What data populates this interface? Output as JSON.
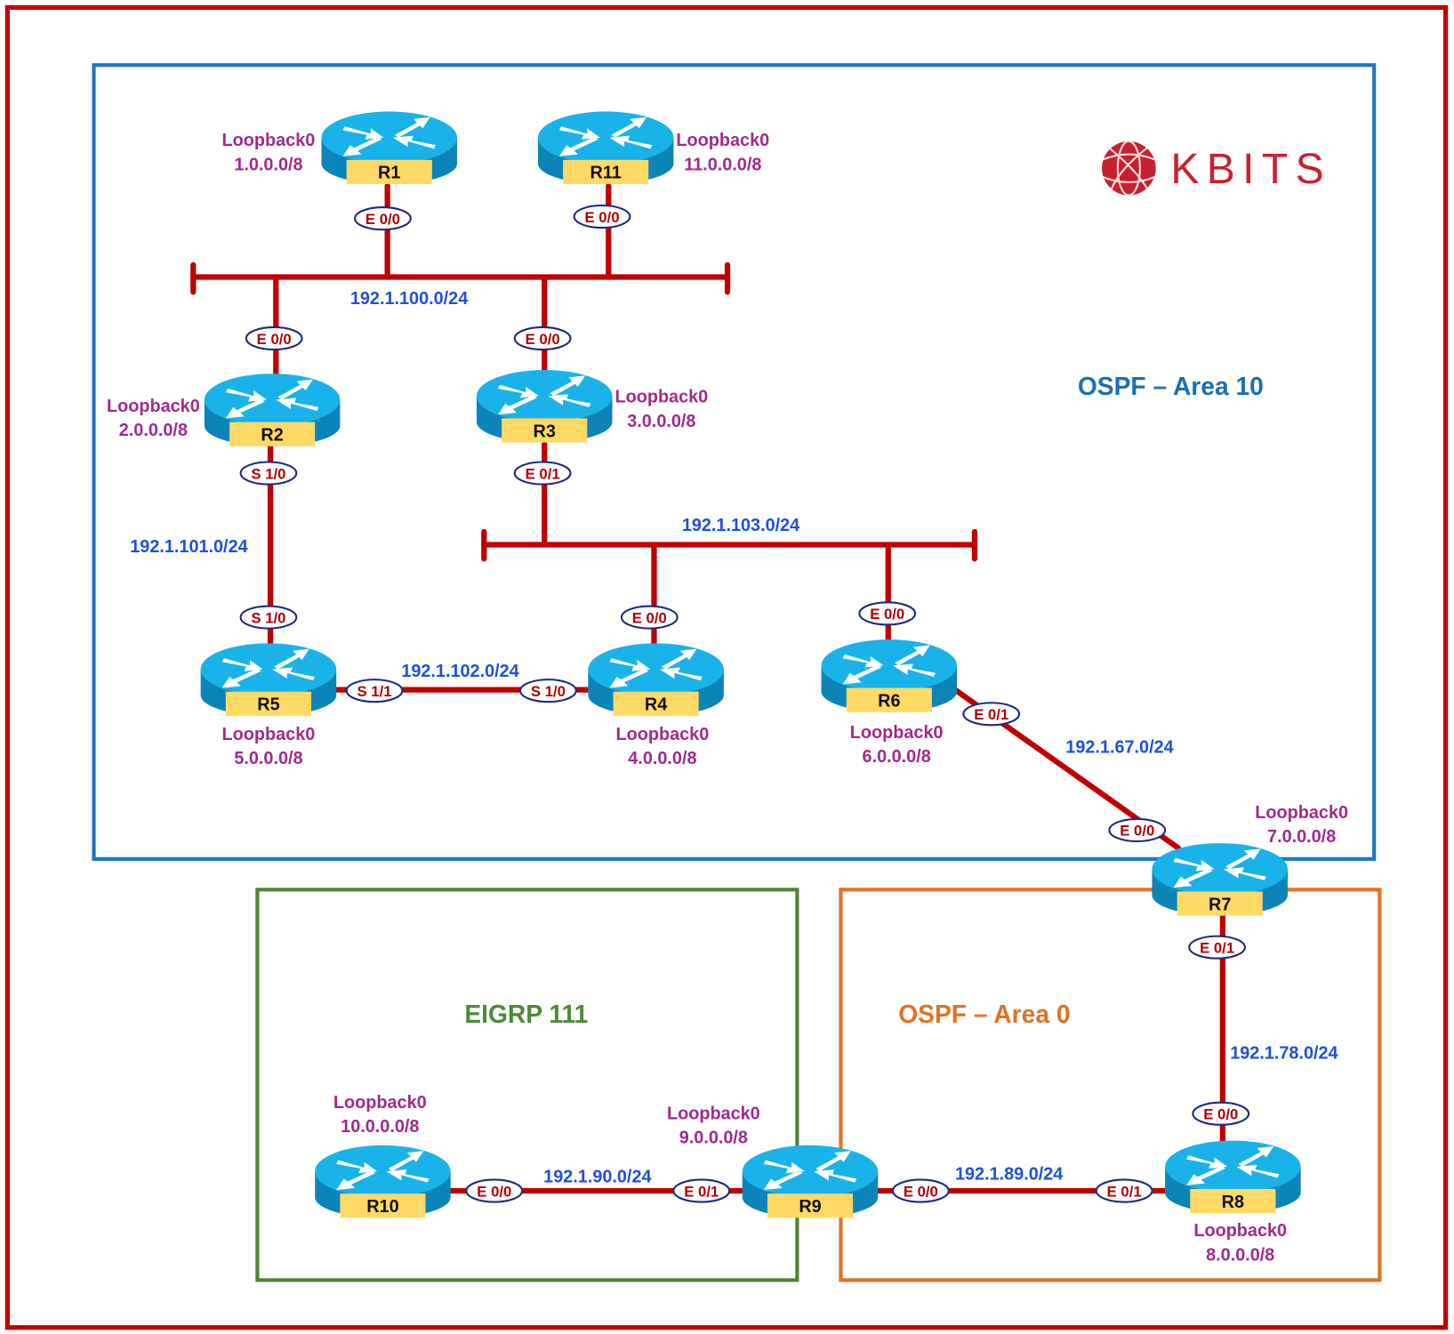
{
  "logo": {
    "text": "KBITS",
    "color": "#c8202f"
  },
  "colors": {
    "outer_border": "#c00000",
    "area10_border": "#1f77c0",
    "eigrp_border": "#548235",
    "area0_border": "#e07323",
    "link": "#c00000",
    "router_top": "#19b3ea",
    "router_side": "#0c84b8",
    "router_label": "#ffd966"
  },
  "areas": [
    {
      "id": "ospf10",
      "label": "OSPF – Area 10"
    },
    {
      "id": "eigrp",
      "label": "EIGRP 111"
    },
    {
      "id": "ospf0",
      "label": "OSPF – Area 0"
    }
  ],
  "routers": [
    {
      "name": "R1",
      "loopback": "Loopback0",
      "prefix": "1.0.0.0/8"
    },
    {
      "name": "R11",
      "loopback": "Loopback0",
      "prefix": "11.0.0.0/8"
    },
    {
      "name": "R2",
      "loopback": "Loopback0",
      "prefix": "2.0.0.0/8"
    },
    {
      "name": "R3",
      "loopback": "Loopback0",
      "prefix": "3.0.0.0/8"
    },
    {
      "name": "R5",
      "loopback": "Loopback0",
      "prefix": "5.0.0.0/8"
    },
    {
      "name": "R4",
      "loopback": "Loopback0",
      "prefix": "4.0.0.0/8"
    },
    {
      "name": "R6",
      "loopback": "Loopback0",
      "prefix": "6.0.0.0/8"
    },
    {
      "name": "R7",
      "loopback": "Loopback0",
      "prefix": "7.0.0.0/8"
    },
    {
      "name": "R8",
      "loopback": "Loopback0",
      "prefix": "8.0.0.0/8"
    },
    {
      "name": "R9",
      "loopback": "Loopback0",
      "prefix": "9.0.0.0/8"
    },
    {
      "name": "R10",
      "loopback": "Loopback0",
      "prefix": "10.0.0.0/8"
    }
  ],
  "networks": [
    {
      "id": "n100",
      "label": "192.1.100.0/24"
    },
    {
      "id": "n101",
      "label": "192.1.101.0/24"
    },
    {
      "id": "n102",
      "label": "192.1.102.0/24"
    },
    {
      "id": "n103",
      "label": "192.1.103.0/24"
    },
    {
      "id": "n67",
      "label": "192.1.67.0/24"
    },
    {
      "id": "n78",
      "label": "192.1.78.0/24"
    },
    {
      "id": "n89",
      "label": "192.1.89.0/24"
    },
    {
      "id": "n90",
      "label": "192.1.90.0/24"
    }
  ],
  "interfaces": {
    "r1_e00": "E 0/0",
    "r11_e00": "E 0/0",
    "r2_e00": "E 0/0",
    "r3_e00": "E 0/0",
    "r2_s10": "S 1/0",
    "r3_e01": "E 0/1",
    "r5_s10": "S 1/0",
    "r4_e00": "E 0/0",
    "r6_e00": "E 0/0",
    "r5_s11": "S 1/1",
    "r4_s10": "S 1/0",
    "r6_e01": "E 0/1",
    "r7_e00": "E 0/0",
    "r7_e01": "E 0/1",
    "r8_e00": "E 0/0",
    "r8_e01": "E 0/1",
    "r9_e00": "E 0/0",
    "r9_e01": "E 0/1",
    "r10_e00": "E 0/0"
  }
}
